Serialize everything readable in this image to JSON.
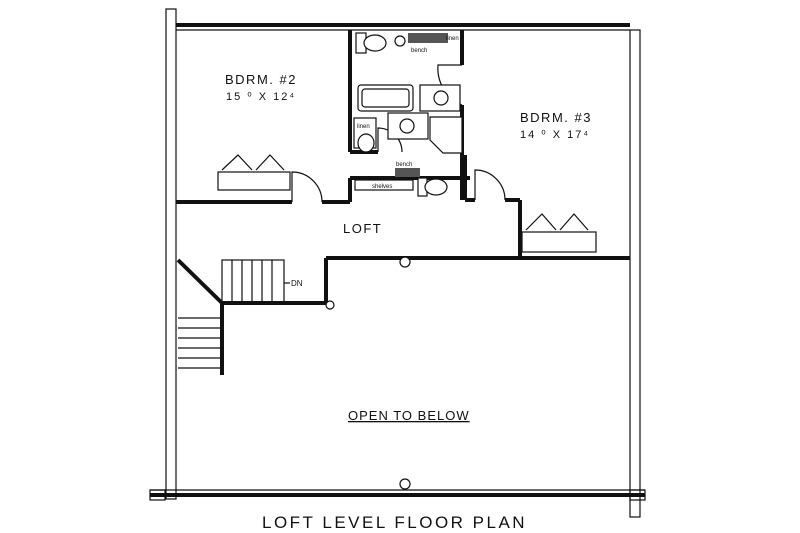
{
  "rooms": {
    "bedroom2": {
      "name": "BDRM. #2",
      "dims": "15 ⁰ X  12⁴"
    },
    "bedroom3": {
      "name": "BDRM. #3",
      "dims": "14 ⁰ X  17⁴"
    },
    "loft": {
      "name": "LOFT"
    },
    "open_to_below": {
      "name": "OPEN TO BELOW"
    }
  },
  "fixtures": {
    "bench_top": "bench",
    "linen_top": "linen",
    "linen_left": "linen",
    "bench_bottom": "bench",
    "shelves": "shelves",
    "stair_down": "DN"
  },
  "plan_title": "LOFT LEVEL FLOOR PLAN"
}
